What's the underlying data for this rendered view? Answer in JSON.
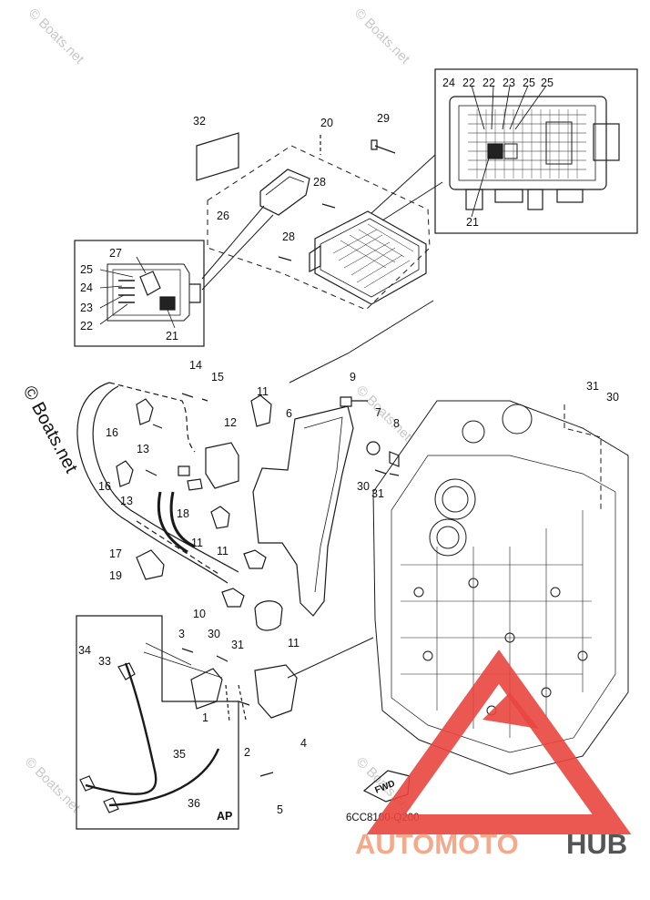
{
  "watermark": "© Boats.net",
  "side_watermark": "© Boats.net",
  "drawing_code": "6CC8100-Q200",
  "ap_label": "AP",
  "fwd_label": "FWD",
  "brand": {
    "part1": "AUTOMOTO",
    "part2": "HUB",
    "color1": "#f5a98c",
    "color2": "#555555",
    "triangle_color": "#e9463f"
  },
  "callouts": {
    "c1": "1",
    "c2": "2",
    "c3": "3",
    "c4": "4",
    "c5": "5",
    "c6": "6",
    "c7": "7",
    "c8": "8",
    "c9": "9",
    "c10": "10",
    "c11a": "11",
    "c11b": "11",
    "c11c": "11",
    "c11d": "11",
    "c12": "12",
    "c13a": "13",
    "c13b": "13",
    "c14": "14",
    "c15": "15",
    "c16a": "16",
    "c16b": "16",
    "c17": "17",
    "c18": "18",
    "c19": "19",
    "c20": "20",
    "c21a": "21",
    "c21b": "21",
    "c22a": "22",
    "c22b": "22",
    "c22c": "22",
    "c23a": "23",
    "c23b": "23",
    "c24a": "24",
    "c24b": "24",
    "c25a": "25",
    "c25b": "25",
    "c25c": "25",
    "c26": "26",
    "c27": "27",
    "c28a": "28",
    "c28b": "28",
    "c29": "29",
    "c30a": "30",
    "c30b": "30",
    "c30c": "30",
    "c31a": "31",
    "c31b": "31",
    "c31c": "31",
    "c32": "32",
    "c33": "33",
    "c34": "34",
    "c35": "35",
    "c36": "36"
  }
}
